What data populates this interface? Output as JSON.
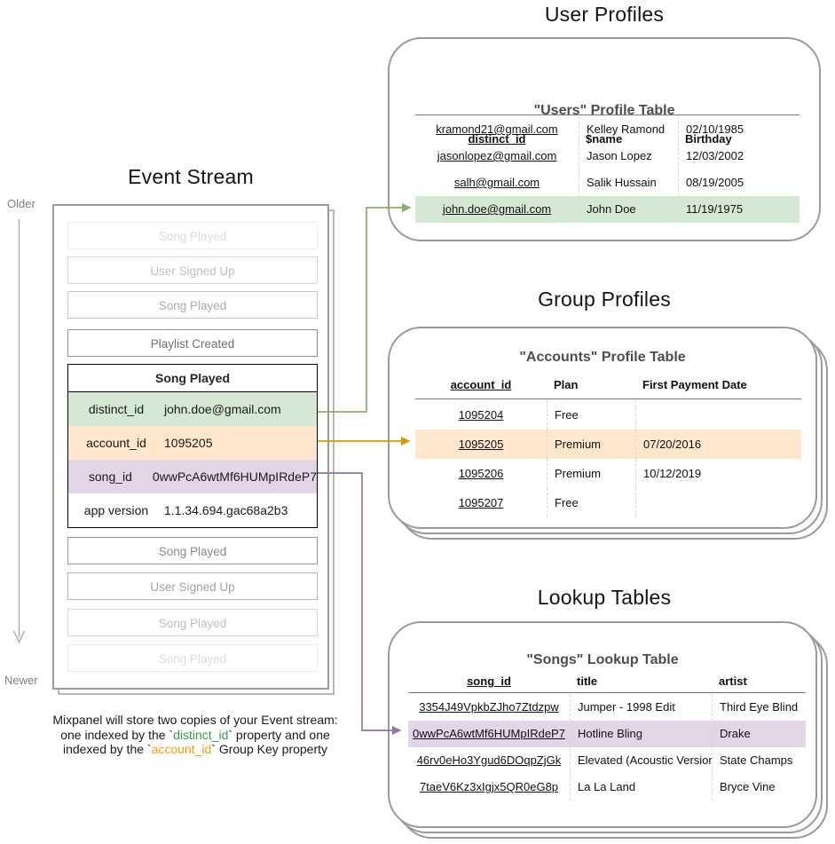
{
  "sections": {
    "event_stream_title": "Event Stream",
    "user_profiles_title": "User Profiles",
    "group_profiles_title": "Group Profiles",
    "lookup_tables_title": "Lookup Tables"
  },
  "timeline": {
    "older_label": "Older",
    "newer_label": "Newer"
  },
  "event_stream": {
    "events_before": [
      "Song Played",
      "User Signed Up",
      "Song Played",
      "Playlist Created"
    ],
    "focal_event": {
      "title": "Song Played",
      "properties": [
        {
          "key": "distinct_id",
          "value": "john.doe@gmail.com",
          "highlight": "green"
        },
        {
          "key": "account_id",
          "value": "1095205",
          "highlight": "orange"
        },
        {
          "key": "song_id",
          "value": "0wwPcA6wtMf6HUMpIRdeP7",
          "highlight": "purple"
        },
        {
          "key": "app version",
          "value": "1.1.34.694.gac68a2b3",
          "highlight": "none"
        }
      ]
    },
    "events_after": [
      "Song Played",
      "User Signed Up",
      "Song Played",
      "Song Played"
    ]
  },
  "users_table": {
    "title": "\"Users\" Profile Table",
    "headers": [
      "distinct_id",
      "$name",
      "Birthday"
    ],
    "rows": [
      [
        "kramond21@gmail.com",
        "Kelley Ramond",
        "02/10/1985"
      ],
      [
        "jasonlopez@gmail.com",
        "Jason Lopez",
        "12/03/2002"
      ],
      [
        "salh@gmail.com",
        "Salik Hussain",
        "08/19/2005"
      ],
      [
        "john.doe@gmail.com",
        "John Doe",
        "11/19/1975"
      ]
    ],
    "highlighted_row_index": 3,
    "highlight_color": "#d5e8d4"
  },
  "accounts_table": {
    "title": "\"Accounts\" Profile Table",
    "headers": [
      "account_id",
      "Plan",
      "First Payment Date"
    ],
    "rows": [
      [
        "1095204",
        "Free",
        ""
      ],
      [
        "1095205",
        "Premium",
        "07/20/2016"
      ],
      [
        "1095206",
        "Premium",
        "10/12/2019"
      ],
      [
        "1095207",
        "Free",
        ""
      ]
    ],
    "highlighted_row_index": 1,
    "highlight_color": "#ffe6cc"
  },
  "songs_table": {
    "title": "\"Songs\" Lookup Table",
    "headers": [
      "song_id",
      "title",
      "artist"
    ],
    "rows": [
      [
        "3354J49VpkbZJho7Ztdzpw",
        "Jumper - 1998 Edit",
        "Third Eye Blind"
      ],
      [
        "0wwPcA6wtMf6HUMpIRdeP7",
        "Hotline Bling",
        "Drake"
      ],
      [
        "46rv0eHo3Ygud6DOqpZjGk",
        "Elevated (Acoustic Version)",
        "State Champs"
      ],
      [
        "7taeV6Kz3xIgjx5QR0eG8p",
        "La La Land",
        "Bryce Vine"
      ]
    ],
    "highlighted_row_index": 1,
    "highlight_color": "#e1d5e7"
  },
  "caption": {
    "line1": "Mixpanel will store two copies of your Event stream:",
    "line2_pre": "one indexed by the `",
    "line2_key": "distinct_id",
    "line2_post": "` property and one",
    "line3_pre": "indexed by the `",
    "line3_key": "account_id",
    "line3_post": "` Group Key property"
  },
  "colors": {
    "green_fill": "#d5e8d4",
    "green_stroke": "#82b366",
    "orange_fill": "#ffe6cc",
    "orange_stroke": "#d79b00",
    "purple_fill": "#e1d5e7",
    "purple_stroke": "#9673a6",
    "caption_green": "#2e9e49",
    "caption_orange": "#ff9900"
  }
}
